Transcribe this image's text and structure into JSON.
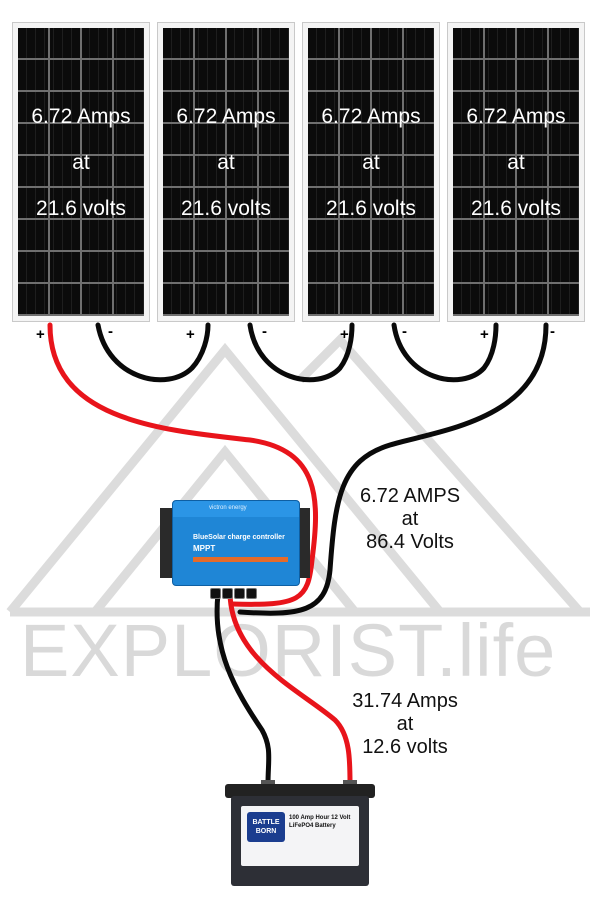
{
  "panels": [
    {
      "amps": "6.72 Amps",
      "at": "at",
      "volts": "21.6 volts",
      "pos": "+",
      "neg": "-"
    },
    {
      "amps": "6.72 Amps",
      "at": "at",
      "volts": "21.6 volts",
      "pos": "+",
      "neg": "-"
    },
    {
      "amps": "6.72 Amps",
      "at": "at",
      "volts": "21.6 volts",
      "pos": "+",
      "neg": "-"
    },
    {
      "amps": "6.72 Amps",
      "at": "at",
      "volts": "21.6 volts",
      "pos": "+",
      "neg": "-"
    }
  ],
  "controller": {
    "brand": "victron energy",
    "title": "BlueSolar charge controller",
    "model": "MPPT",
    "color": "#1f86d6"
  },
  "array_output": {
    "line1": "6.72 AMPS",
    "line2": "at",
    "line3": "86.4 Volts"
  },
  "battery_output": {
    "line1": "31.74 Amps",
    "line2": "at",
    "line3": "12.6 volts"
  },
  "battery": {
    "logo": "BATTLE BORN",
    "line1": "100 Amp Hour 12 Volt",
    "line2": "LiFePO4 Battery"
  },
  "watermark": "EXPLORIST.life",
  "wire_colors": {
    "positive": "#e8141b",
    "negative": "#0a0a0a"
  }
}
